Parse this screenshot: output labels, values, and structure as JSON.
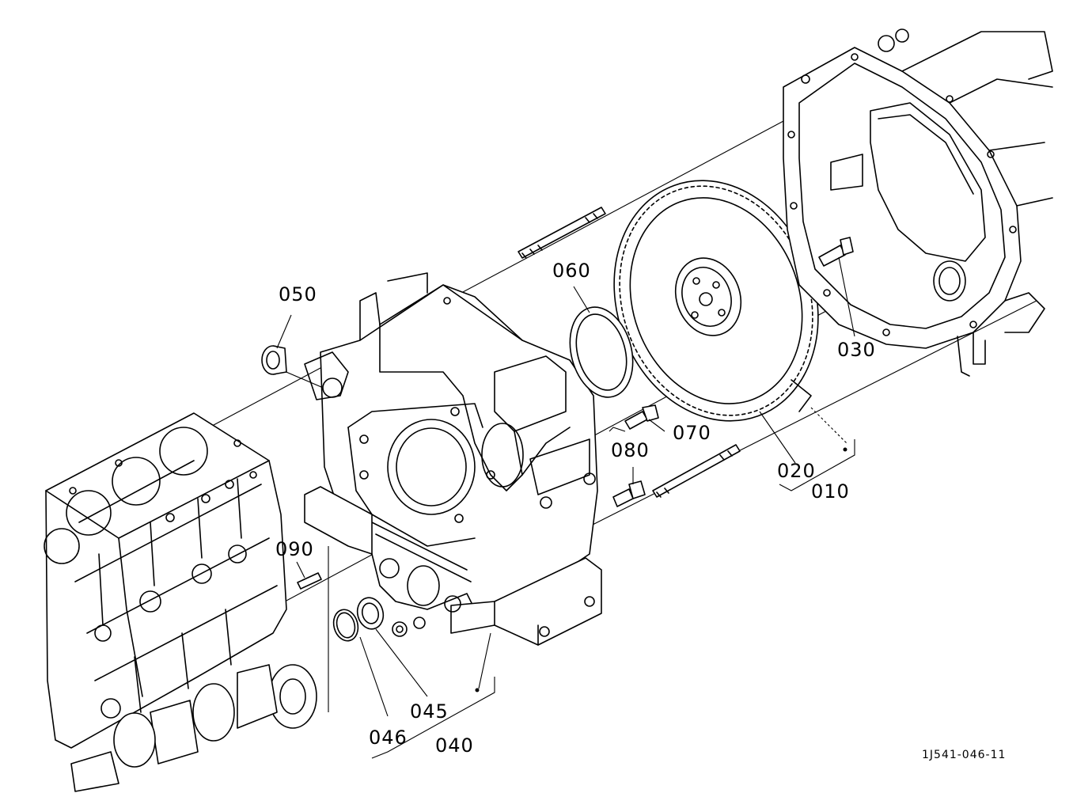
{
  "callouts": {
    "p010": "010",
    "p020": "020",
    "p030": "030",
    "p040": "040",
    "p045": "045",
    "p046": "046",
    "p050": "050",
    "p060": "060",
    "p070": "070",
    "p080": "080",
    "p090": "090"
  },
  "doc_code": "1J541-046-11",
  "line_color": "#000000",
  "background_color": "#ffffff"
}
